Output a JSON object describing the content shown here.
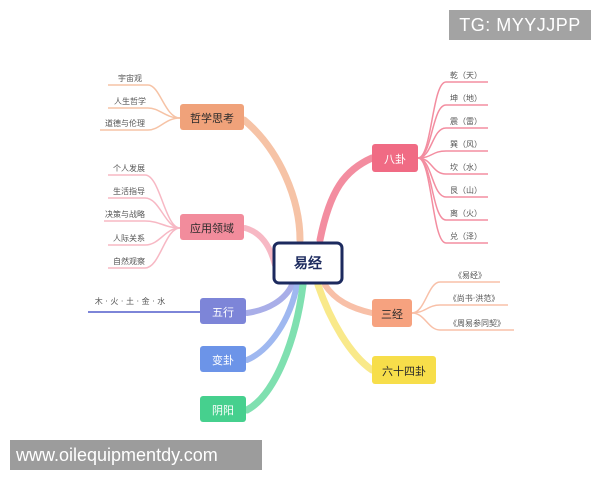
{
  "center": {
    "label": "易经",
    "color": "#1c2a5e"
  },
  "branches": {
    "philosophy": {
      "label": "哲学思考",
      "color": "#f0a27a",
      "text_color": "#2b2b2b",
      "leaves": [
        "宇宙观",
        "人生哲学",
        "道德与伦理"
      ]
    },
    "application": {
      "label": "应用领域",
      "color": "#f28c9c",
      "text_color": "#2b2b2b",
      "leaves": [
        "个人发展",
        "生活指导",
        "决策与战略",
        "人际关系",
        "自然观察"
      ]
    },
    "wuxing": {
      "label": "五行",
      "color": "#7d85d8",
      "text_color": "#ffffff",
      "leaf": "木 · 火 · 土 · 金 · 水"
    },
    "biangua": {
      "label": "变卦",
      "color": "#6c94e8",
      "text_color": "#ffffff"
    },
    "yinyang": {
      "label": "阴阳",
      "color": "#46d08e",
      "text_color": "#ffffff"
    },
    "bagua": {
      "label": "八卦",
      "color": "#f06b84",
      "text_color": "#ffffff",
      "leaves": [
        "乾（天）",
        "坤（地）",
        "震（雷）",
        "巽（风）",
        "坎（水）",
        "艮（山）",
        "离（火）",
        "兑（泽）"
      ]
    },
    "sanjing": {
      "label": "三经",
      "color": "#f6a27f",
      "text_color": "#2b2b2b",
      "leaves": [
        "《易经》",
        "《尚书·洪范》",
        "《周易参同契》"
      ]
    },
    "sixtyfour": {
      "label": "六十四卦",
      "color": "#f7de4a",
      "text_color": "#2b2b2b"
    }
  },
  "watermarks": {
    "top": "TG: MYYJJPP",
    "bottom": "www.oilequipmentdy.com"
  }
}
